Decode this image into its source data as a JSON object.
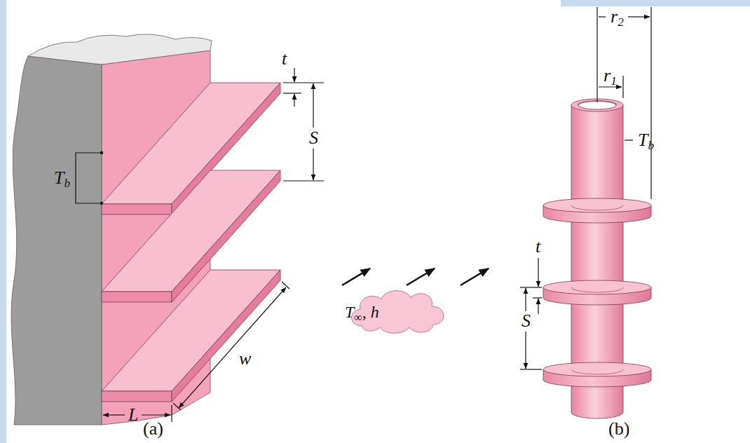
{
  "diagram": {
    "nodes": [
      {
        "text": [
          "T∞, h"
        ]
      }
    ],
    "labels": [
      "t",
      "S",
      "Tb",
      "L",
      "w",
      "(a)",
      "r2",
      "r1",
      "t",
      "S",
      "Tb",
      "(b)"
    ]
  }
}
